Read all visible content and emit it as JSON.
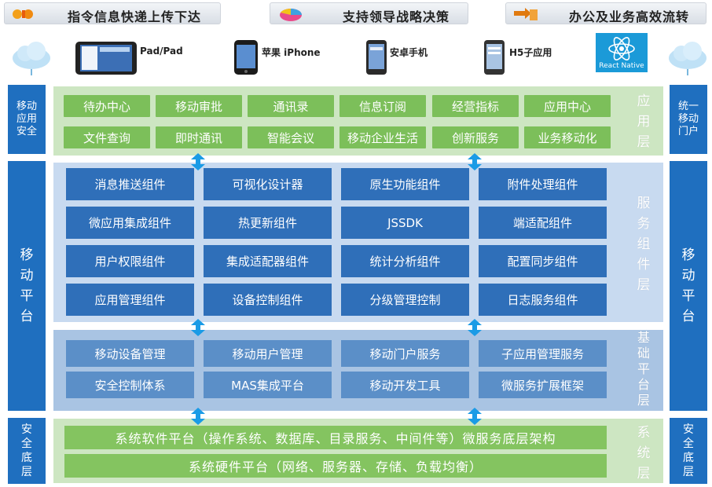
{
  "banner": [
    {
      "text": "指令信息快递上传下达",
      "icon": "express-icon"
    },
    {
      "text": "支持领导战略决策",
      "icon": "chart-icon"
    },
    {
      "text": "办公及业务高效流转",
      "icon": "workflow-icon"
    }
  ],
  "devices": [
    {
      "label": "Pad/Pad",
      "icon": "tablet-icon"
    },
    {
      "label": "苹果 iPhone",
      "icon": "iphone-icon"
    },
    {
      "label": "安卓手机",
      "icon": "android-phone-icon"
    },
    {
      "label": "H5子应用",
      "icon": "h5-phone-icon"
    },
    {
      "label": "React Native",
      "icon": "react-native-icon"
    }
  ],
  "left_pillars": {
    "security": [
      "移动",
      "应用",
      "安全"
    ],
    "platform": [
      "移",
      "动",
      "平",
      "台"
    ],
    "bottom": [
      "安",
      "全",
      "底",
      "层"
    ]
  },
  "right_pillars": {
    "portal": [
      "统一",
      "移动",
      "门户"
    ],
    "platform": [
      "移",
      "动",
      "平",
      "台"
    ],
    "bottom": [
      "安",
      "全",
      "底",
      "层"
    ]
  },
  "app_layer": {
    "title": [
      "应",
      "用",
      "层"
    ],
    "row1": [
      "待办中心",
      "移动审批",
      "通讯录",
      "信息订阅",
      "经营指标",
      "应用中心"
    ],
    "row2": [
      "文件查询",
      "即时通讯",
      "智能会议",
      "移动企业生活",
      "创新服务",
      "业务移动化"
    ]
  },
  "service_layer": {
    "title": [
      "服",
      "务",
      "组",
      "件",
      "层"
    ],
    "rows": [
      [
        "消息推送组件",
        "可视化设计器",
        "原生功能组件",
        "附件处理组件"
      ],
      [
        "微应用集成组件",
        "热更新组件",
        "JSSDK",
        "端适配组件"
      ],
      [
        "用户权限组件",
        "集成适配器组件",
        "统计分析组件",
        "配置同步组件"
      ],
      [
        "应用管理组件",
        "设备控制组件",
        "分级管理控制",
        "日志服务组件"
      ]
    ]
  },
  "base_layer": {
    "title": [
      "基",
      "础",
      "平",
      "台",
      "层"
    ],
    "rows": [
      [
        "移动设备管理",
        "移动用户管理",
        "移动门户服务",
        "子应用管理服务"
      ],
      [
        "安全控制体系",
        "MAS集成平台",
        "移动开发工具",
        "微服务扩展框架"
      ]
    ]
  },
  "system_layer": {
    "title": [
      "系",
      "统",
      "层"
    ],
    "bars": [
      "系统软件平台（操作系统、数据库、目录服务、中间件等）微服务底层架构",
      "系统硬件平台（网络、服务器、存储、负载均衡）"
    ]
  },
  "colors": {
    "pillar": "#1f6fbf",
    "green": "#7cbf5a",
    "blue": "#2f6fb9",
    "arrow": "#1a9be6"
  }
}
